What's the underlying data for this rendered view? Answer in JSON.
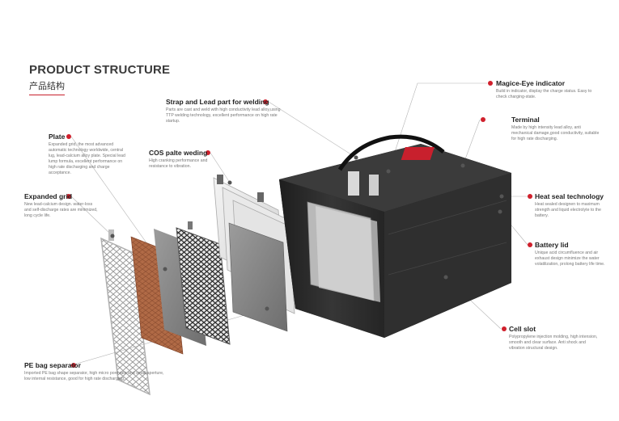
{
  "header": {
    "title": "PRODUCT STRUCTURE",
    "subtitle": "产品结构"
  },
  "colors": {
    "accent": "#d0202c",
    "battery_body": "#2b2b2b",
    "terminal_cap": "#c8202d",
    "plate_brown": "#b06a46",
    "plate_gray": "#8c8c8c"
  },
  "callouts": {
    "magic_eye": {
      "title": "Magice-Eye indicator",
      "desc": "Build in indicator, display the charge status. Easy to check charging-state."
    },
    "strap": {
      "title": "Strap and Lead part for welding",
      "desc": "Parts are cast and weld with high conductivity lead alloy,using TTP welding technology, excellent performance on high rate startup."
    },
    "terminal": {
      "title": "Terminal",
      "desc": "Made by high intensity lead alloy, anti mechanical damage,good conductivity, suitable for high rate discharging."
    },
    "plate": {
      "title": "Plate",
      "desc": "Expanded grid, the most advanced automatic technology worldwide, central lug, lead-calcium alloy plate. Special lead lump formula, excellent performance on high rate discharging and charge acceptance."
    },
    "cos": {
      "title": "COS palte weding",
      "desc": "High cranking performance and resistance to vibration."
    },
    "heat_seal": {
      "title": "Heat seal technology",
      "desc": "Heat sealed designen to maximum strength and liquid electrolyte to the battery."
    },
    "expanded_grid": {
      "title": "Expanded grid",
      "desc": "New lead-calcium design. water-loss and self-discharge rates are minimized, long cycle life."
    },
    "battery_lid": {
      "title": "Battery lid",
      "desc": "Unique acid circumfluence and air exhaust design minimize the water volatilization, prolong battery life time."
    },
    "cell_slot": {
      "title": "Cell slot",
      "desc": "Polypropylene injection molding, high intension, smooth and clear surface. Anti shock and vibration structural design."
    },
    "pe_bag": {
      "title": "PE bag separator",
      "desc": "Imported PE bag shape separator, high micro pore rate and small aperture, low internal resistance, good for high rate discharging."
    }
  }
}
